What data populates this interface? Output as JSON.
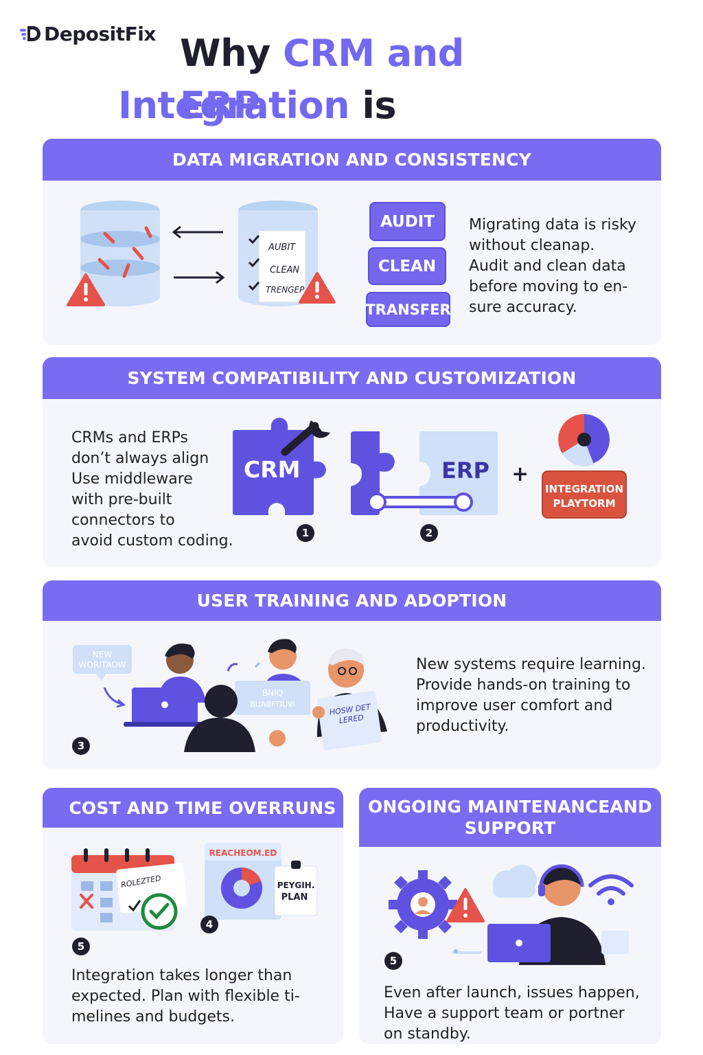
{
  "header": {
    "logo_text": "DepositFix",
    "title_line1_dark": "Why ",
    "title_line1_accent": "CRM and ERP",
    "title_line2_accent": "Integration",
    "title_line2_dark": " is Challenging"
  },
  "sections": {
    "data_migration": {
      "heading": "DATA MIGRATION AND CONSISTENCY",
      "checklist": [
        "AUBIT",
        "CLEAN",
        "TRENGEP"
      ],
      "steps": [
        "AUDIT",
        "CLEAN",
        "TRANSFER"
      ],
      "description": [
        "Migrating data is risky",
        "without cleanap.",
        "Audit and clean data",
        "before moving to en-",
        "sure accuracy."
      ]
    },
    "compatibility": {
      "heading": "SYSTEM COMPATIBILITY AND CUSTOMIZATION",
      "description": [
        "CRMs and ERPs",
        "don’t always align",
        "Use middleware",
        "with pre-built",
        "connectors to",
        "avoid custom coding."
      ],
      "crm_label": "CRM",
      "erp_label": "ERP",
      "plus": "+",
      "platform_line1": "INTEGRATION",
      "platform_line2": "PLAYTORM",
      "badge_1": "1",
      "badge_2": "2"
    },
    "training": {
      "heading": "USER TRAINING AND ADOPTION",
      "bubble_line1": "NEW",
      "bubble_line2": "WORITAOW",
      "board_line1": "BNIQ",
      "board_line2": "BUABFTIUVI",
      "paper_line1": "HOSW DET",
      "paper_line2": "LERED",
      "badge": "3",
      "description": [
        "New systems require learning.",
        "Provide hands-on training to",
        "improve user comfort and",
        "productivity."
      ]
    },
    "cost": {
      "heading": "COST AND TIME OVERRUNS",
      "calendar_note": "ROLEZTED",
      "report_title": "REACHEOM.ED",
      "clip_line1": "PEYGIH.",
      "clip_line2": "PLAN",
      "badge_a": "5",
      "badge_b": "4",
      "description": [
        "Integration takes longer than",
        "expected. Plan with flexible ti-",
        "melines and budgets."
      ]
    },
    "maintenance": {
      "heading_line1": "ONGOING MAINTENANCEAND",
      "heading_line2": "SUPPORT",
      "badge": "5",
      "description": [
        "Even after launch, issues happen,",
        "Have a support team or portner",
        "on standby."
      ]
    }
  },
  "colors": {
    "accent": "#7a6cf2",
    "accent_dark": "#5b4fd8",
    "danger": "#e5534b",
    "panel": "#f4f6fc",
    "light_blue": "#cfe0f8"
  }
}
